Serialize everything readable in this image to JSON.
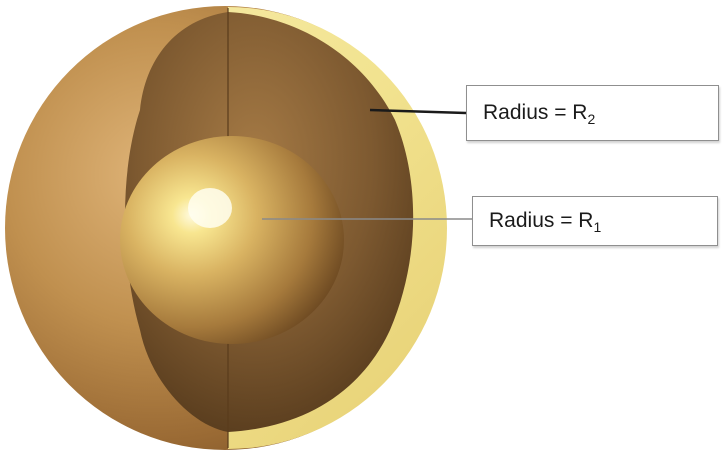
{
  "labels": {
    "outer": {
      "prefix": "Radius = R",
      "subscript": "2"
    },
    "inner": {
      "prefix": "Radius = R",
      "subscript": "1"
    }
  },
  "colors": {
    "shell_outer": "#b9894a",
    "shell_cut_face": "#f4e79a",
    "inner_core": "#f5e08a",
    "cavity": "#6a4a26",
    "leader_outer": "#1a1a1a",
    "leader_inner": "#8a8a8a"
  }
}
